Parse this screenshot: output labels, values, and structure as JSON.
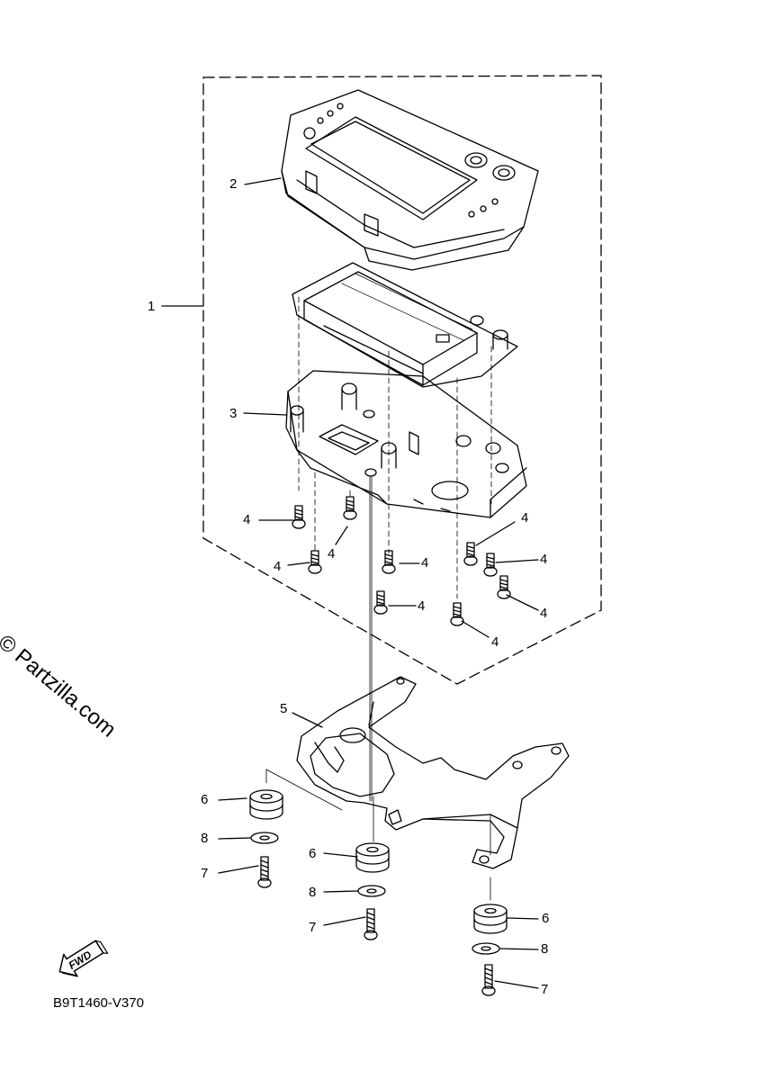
{
  "diagram": {
    "watermark": "© Partzilla.com",
    "code": "B9T1460-V370",
    "fwd_label": "FWD",
    "callouts": [
      {
        "id": "c1",
        "label": "1"
      },
      {
        "id": "c2",
        "label": "2"
      },
      {
        "id": "c3",
        "label": "3"
      },
      {
        "id": "c4a",
        "label": "4"
      },
      {
        "id": "c4b",
        "label": "4"
      },
      {
        "id": "c4c",
        "label": "4"
      },
      {
        "id": "c4d",
        "label": "4"
      },
      {
        "id": "c4e",
        "label": "4"
      },
      {
        "id": "c4f",
        "label": "4"
      },
      {
        "id": "c4g",
        "label": "4"
      },
      {
        "id": "c4h",
        "label": "4"
      },
      {
        "id": "c4i",
        "label": "4"
      },
      {
        "id": "c5",
        "label": "5"
      },
      {
        "id": "c6a",
        "label": "6"
      },
      {
        "id": "c6b",
        "label": "6"
      },
      {
        "id": "c6c",
        "label": "6"
      },
      {
        "id": "c7a",
        "label": "7"
      },
      {
        "id": "c7b",
        "label": "7"
      },
      {
        "id": "c7c",
        "label": "7"
      },
      {
        "id": "c8a",
        "label": "8"
      },
      {
        "id": "c8b",
        "label": "8"
      },
      {
        "id": "c8c",
        "label": "8"
      }
    ]
  }
}
